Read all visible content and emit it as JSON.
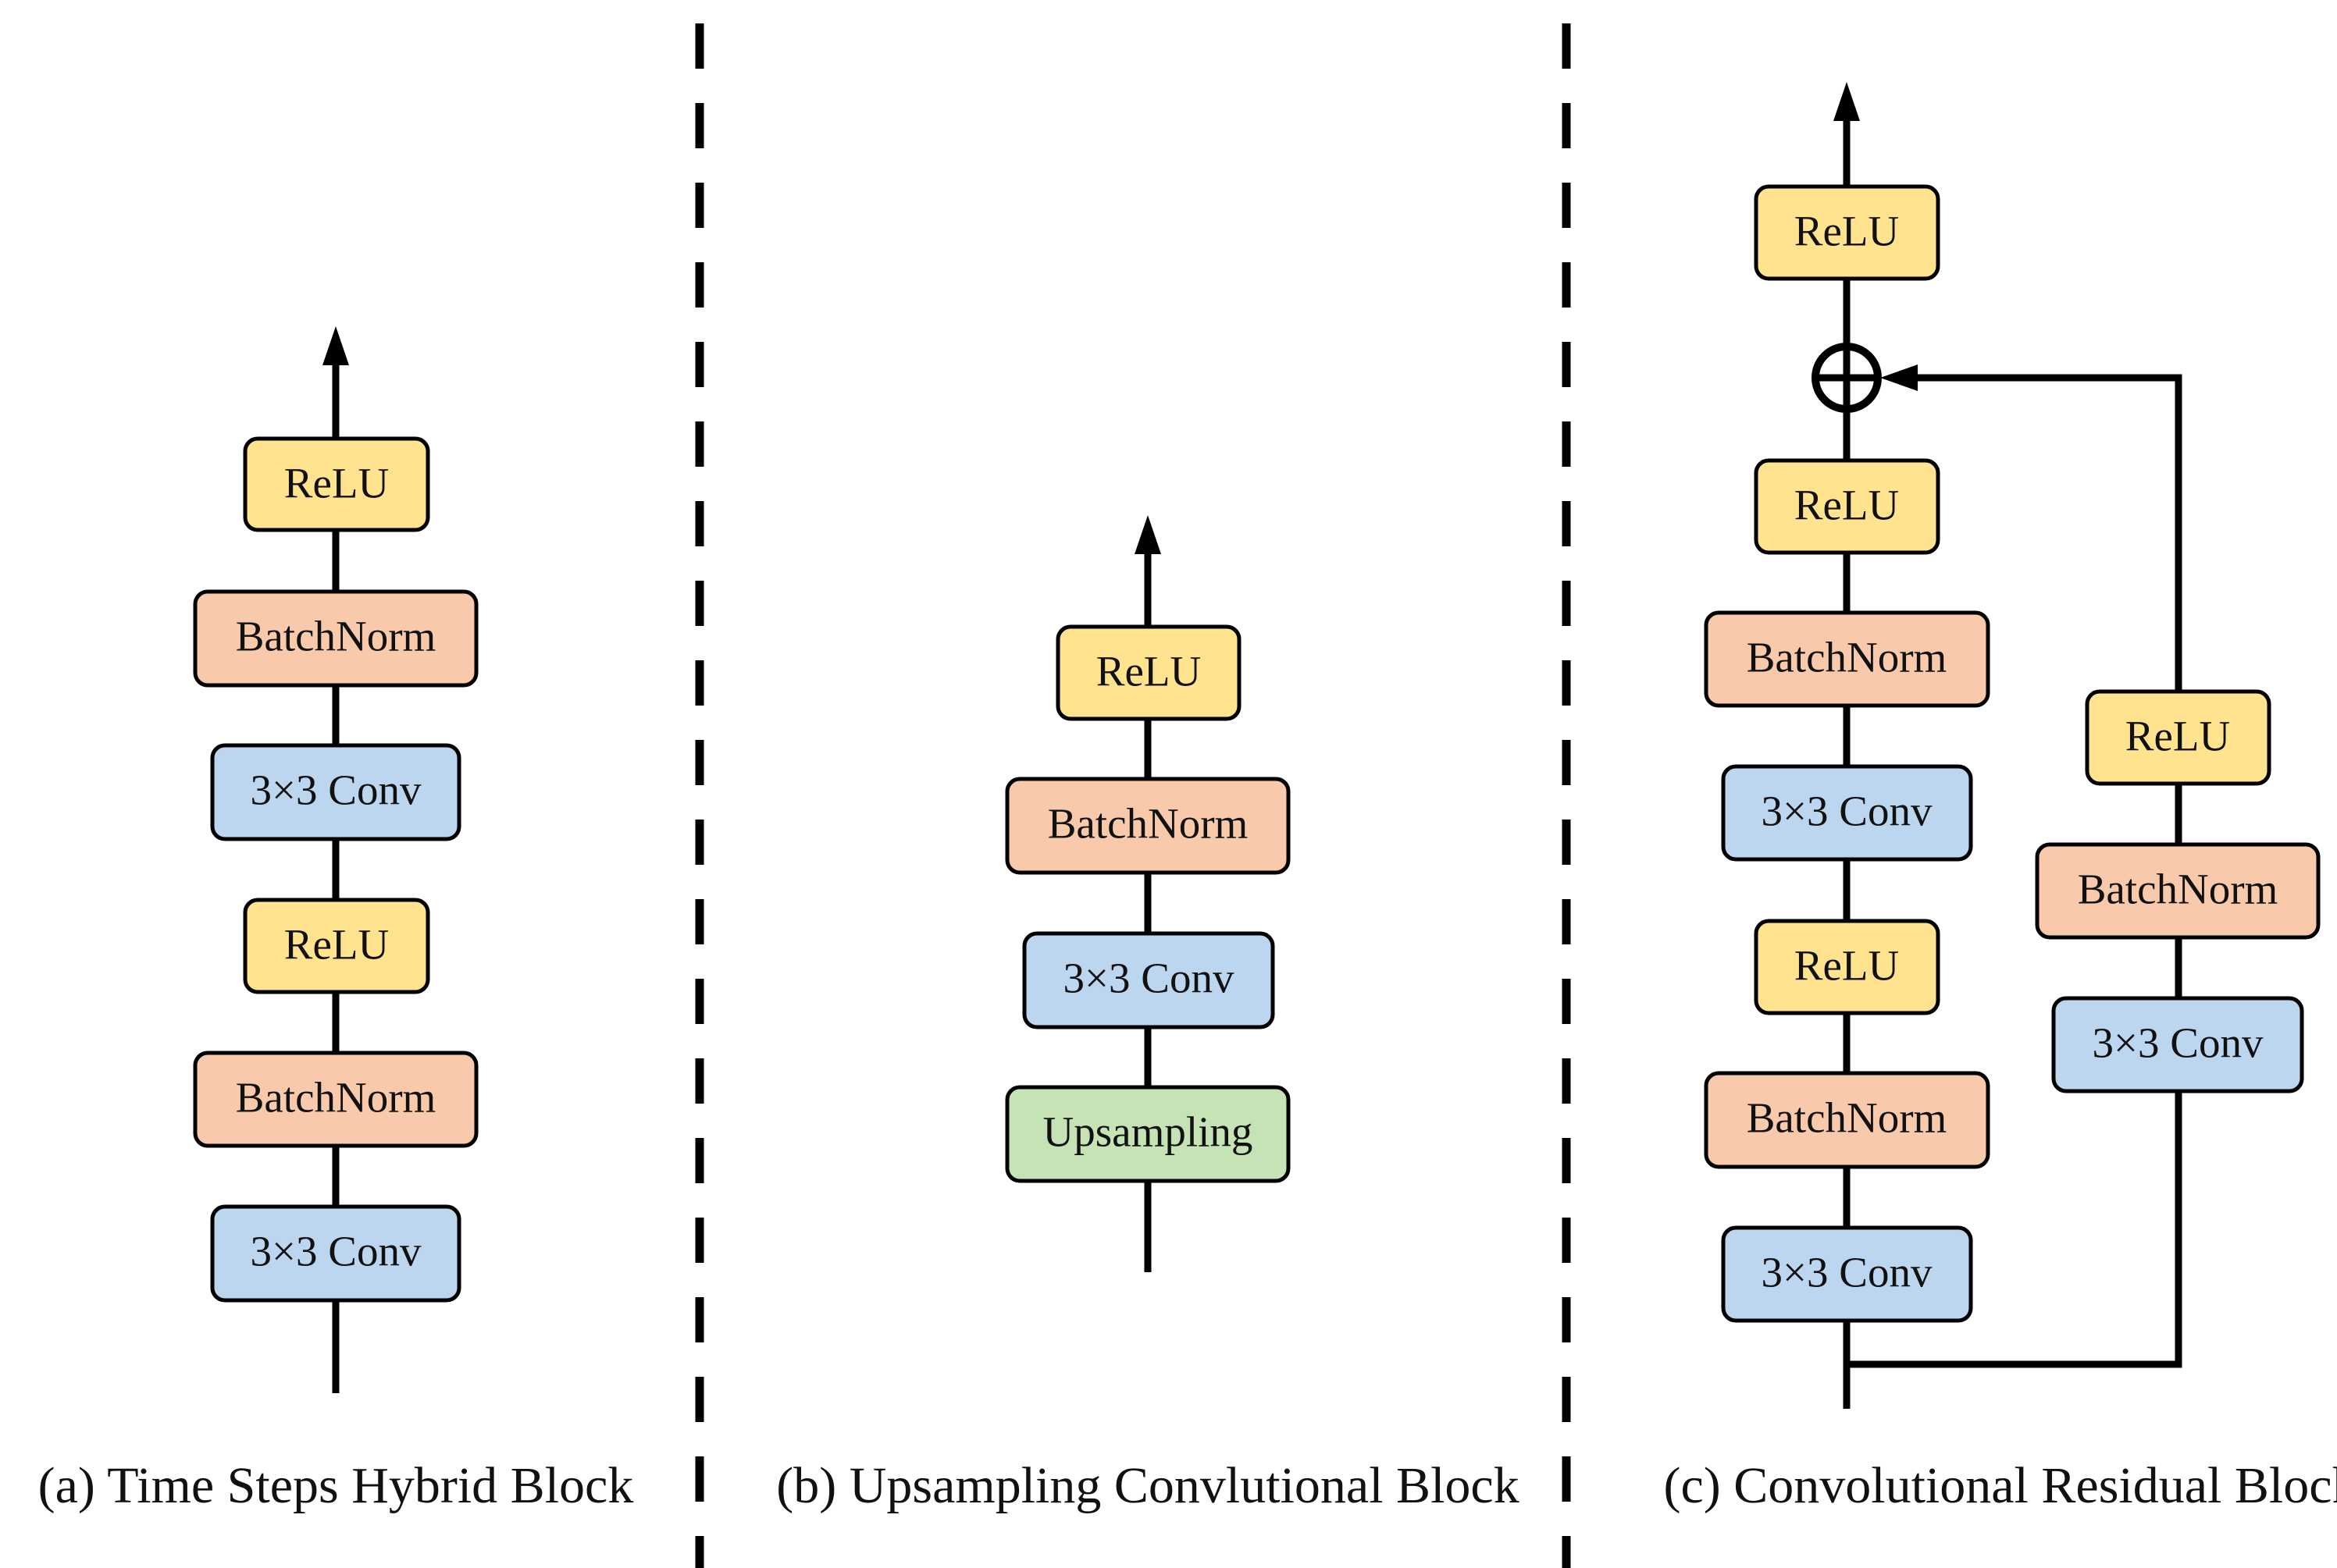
{
  "colors": {
    "relu": "#FFE38F",
    "batchnorm": "#F8C9AB",
    "conv": "#BCD6EF",
    "upsampling": "#C6E3B5",
    "stroke": "#000000"
  },
  "panels": [
    {
      "id": "a",
      "caption": "(a) Time Steps Hybrid Block",
      "blocks": [
        {
          "kind": "relu",
          "label": "ReLU"
        },
        {
          "kind": "batchnorm",
          "label": "BatchNorm"
        },
        {
          "kind": "conv",
          "label": "3×3 Conv"
        },
        {
          "kind": "relu",
          "label": "ReLU"
        },
        {
          "kind": "batchnorm",
          "label": "BatchNorm"
        },
        {
          "kind": "conv",
          "label": "3×3 Conv"
        }
      ]
    },
    {
      "id": "b",
      "caption": "(b) Upsampling Convlutional Block",
      "blocks": [
        {
          "kind": "relu",
          "label": "ReLU"
        },
        {
          "kind": "batchnorm",
          "label": "BatchNorm"
        },
        {
          "kind": "conv",
          "label": "3×3 Conv"
        },
        {
          "kind": "upsampling",
          "label": "Upsampling"
        }
      ]
    },
    {
      "id": "c",
      "caption": "(c) Convolutional Residual Block",
      "main_blocks": [
        {
          "kind": "relu",
          "label": "ReLU"
        },
        {
          "kind": "relu",
          "label": "ReLU"
        },
        {
          "kind": "batchnorm",
          "label": "BatchNorm"
        },
        {
          "kind": "conv",
          "label": "3×3 Conv"
        },
        {
          "kind": "relu",
          "label": "ReLU"
        },
        {
          "kind": "batchnorm",
          "label": "BatchNorm"
        },
        {
          "kind": "conv",
          "label": "3×3 Conv"
        }
      ],
      "skip_blocks": [
        {
          "kind": "relu",
          "label": "ReLU"
        },
        {
          "kind": "batchnorm",
          "label": "BatchNorm"
        },
        {
          "kind": "conv",
          "label": "3×3 Conv"
        }
      ],
      "merge": "add"
    }
  ]
}
